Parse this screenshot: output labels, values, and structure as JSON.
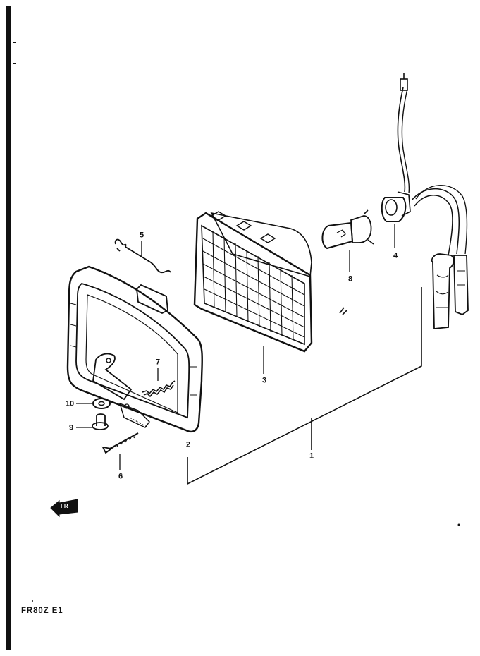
{
  "callouts": {
    "c1": "1",
    "c2": "2",
    "c3": "3",
    "c4": "4",
    "c5": "5",
    "c6": "6",
    "c7": "7",
    "c8": "8",
    "c9": "9",
    "c10": "10"
  },
  "front_badge": "FR",
  "footer_code": "FR80Z E1",
  "colors": {
    "ink": "#111111",
    "paper": "#ffffff"
  }
}
